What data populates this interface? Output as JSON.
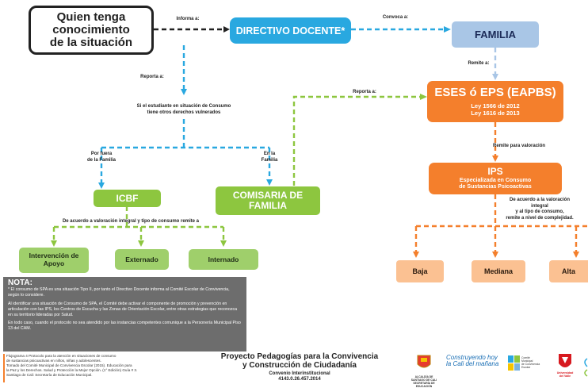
{
  "nodes": {
    "quien": "Quien tenga\nconocimiento\nde la situación",
    "directivo": "DIRECTIVO DOCENTE*",
    "familia": "FAMILIA",
    "eses": "ESES ó EPS (EAPBS)",
    "eses_ley": "Ley 1566 de 2012\nLey 1616 de 2013",
    "ips": "IPS",
    "ips_sub": "Especializada en Consumo\nde Sustancias Psicoactivas",
    "icbf": "ICBF",
    "comisaria": "COMISARIA DE\nFAMILIA",
    "intervencion": "Intervención de\nApoyo",
    "externado": "Externado",
    "internado": "Internado",
    "baja": "Baja",
    "mediana": "Mediana",
    "alta": "Alta"
  },
  "labels": {
    "informa": "Informa a:",
    "convoca": "Convoca a:",
    "reporta1": "Reporta a:",
    "reporta2": "Reporta a:",
    "remite": "Remite a:",
    "si_estudiante": "Si el estudiante en situación de Consumo\ntiene otros derechos vulnerados",
    "por_fuera": "Por fuera\nde la Familia",
    "en_familia": "En la\nFamilia",
    "remite_valoracion": "Remite para valoración",
    "de_acuerdo_ips": "De acuerdo a la valoración\nintegral\ny al tipo de consumo,\nremite a nivel de complejidad.",
    "de_acuerdo_icbf": "De acuerdo a valoración integral y tipo de consumo remite a"
  },
  "nota": {
    "title": "NOTA:",
    "p1": "* El consumo de SPA es una situación Tipo II, por tanto el Directivo Docente informa al Comité Escolar de Convivencia, según lo considere.",
    "p2": "Al identificar una situación de Consumo de SPA, el Comité debe activar el componente de promoción y prevención en articulación con las IPS, los Centros de Escucha y las Zonas de Orientación Escolar, entre otras estrategias que reconozca en su territorio lideradas por Salud.",
    "p3": "En todo caso, cuando el protocolo no sea atendido por las instancias competentes comunique a la Personería Municipal Piso 13 del CAM."
  },
  "footer": {
    "source": "Flujograma 4 Protocolo para la atención en situaciones de consumo\nde sustancias psicoactivas en niños, niñas y adolescentes.\nTomado del Comité Municipal de Convivencia Escolar (2015). Educación para\nla Paz y los Derechos. Salud y Protección la Mejor Opción. (1° Edición) Guía # 3.\nSantiago de Cali: Secretaría de Educación Municipal.",
    "title": "Proyecto Pedagogías para la Convivencia\ny Construcción de Ciudadanía",
    "convenio": "Convenio Interinstitucional\n4143.0.26.457.2014",
    "logo_alcaldia": "ALCALDÍA DE\nSANTIAGO DE CALI\nSECRETARÍA DE EDUCACIÓN",
    "logo_construyendo": "Construyendo hoy\nla Cali del mañana",
    "logo_comite": "Comité\nMunicipal\nde Convivencia\nEscolar",
    "logo_univalle": "Universidad\ndel Valle"
  },
  "colors": {
    "blue": "#29a8e0",
    "light_blue": "#a9c6e6",
    "orange": "#f47f2c",
    "light_orange": "#fbc192",
    "green": "#8dc63f",
    "dark": "#222222",
    "nota_bg": "#6d6d6d"
  }
}
